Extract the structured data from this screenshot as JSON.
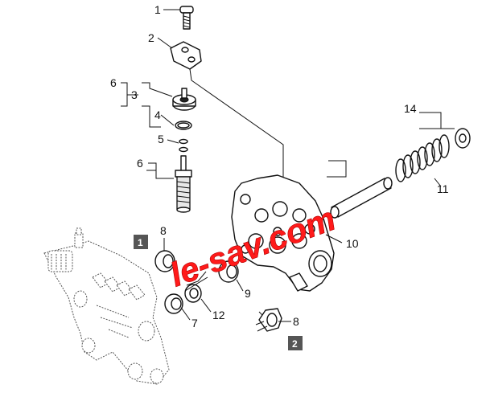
{
  "callouts": {
    "c1": "1",
    "c2": "2",
    "c3": "3",
    "c4": "4",
    "c5": "5",
    "c6a": "6",
    "c6b": "6",
    "c7": "7",
    "c8a": "8",
    "c8b": "8",
    "c9": "9",
    "c10": "10",
    "c11": "11",
    "c12": "12",
    "c14": "14"
  },
  "badges": {
    "b1": "1",
    "b2": "2"
  },
  "watermark": {
    "text": "le-sav.com",
    "color": "#ff1a1a"
  },
  "icons": {
    "screw": "screw-icon",
    "bracket": "bracket-plate-icon",
    "valve": "valve-icon",
    "oring": "o-ring-icon",
    "spring": "spring-icon",
    "piston": "piston-icon",
    "housing": "pump-head-icon",
    "seal": "seal-ring-icon",
    "washer": "washer-icon",
    "clip": "retainer-clip-icon",
    "ghost_pump": "pump-assembly-ghost-icon"
  }
}
